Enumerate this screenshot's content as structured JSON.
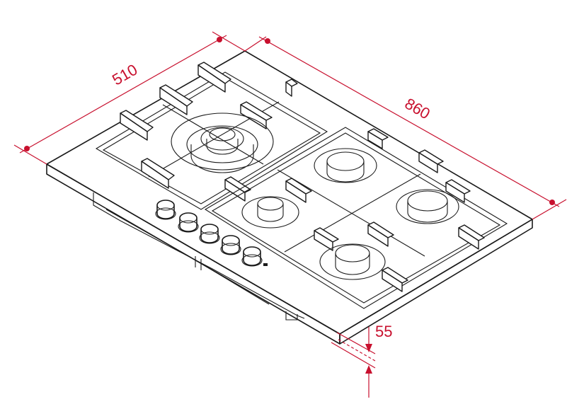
{
  "colors": {
    "dimension": "#c8102e",
    "outline": "#1a1a1a",
    "background": "#ffffff"
  },
  "dimensions": {
    "depth": "510",
    "width": "860",
    "height": "55"
  },
  "icons": {
    "cooktop": "gas-hob-five-burner-drawing"
  }
}
